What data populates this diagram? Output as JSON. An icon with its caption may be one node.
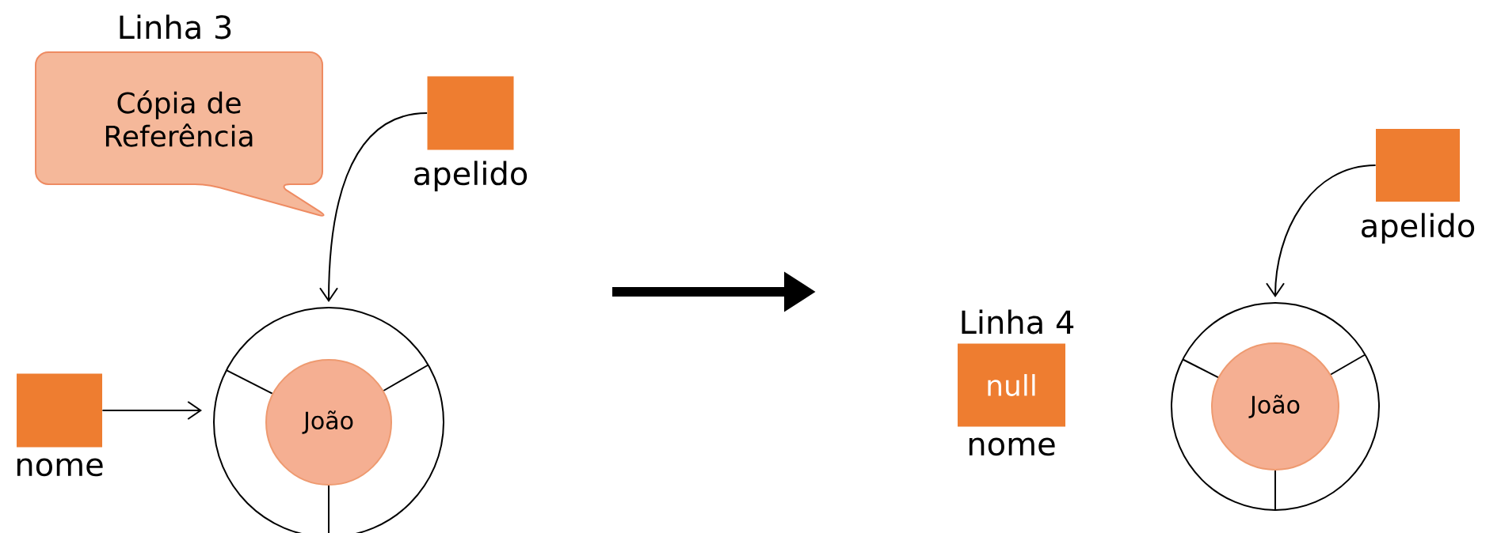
{
  "diagram": {
    "nodes": [
      {
        "text": [
          "Cópia de Referência"
        ]
      },
      {
        "text": [],
        "shape": "box",
        "beside": [
          "apelido"
        ]
      },
      {
        "text": [],
        "shape": "box",
        "beside": [
          "nome"
        ]
      },
      {
        "text": [],
        "shape": "circle"
      },
      {
        "text": [
          "João"
        ],
        "in": 3
      },
      {
        "text": [
          "null"
        ],
        "beside": [
          "nome"
        ]
      },
      {
        "text": [],
        "shape": "box",
        "beside": [
          "apelido"
        ]
      },
      {
        "text": [],
        "shape": "circle"
      },
      {
        "text": [
          "João"
        ],
        "in": 7
      }
    ],
    "edges": [
      {
        "from": 1,
        "to": 3,
        "arrow": "to"
      },
      {
        "from": 2,
        "to": 3,
        "arrow": "to"
      },
      {
        "from": 6,
        "to": 7,
        "arrow": "to"
      }
    ],
    "labels": [
      "Linha 3",
      "Linha 4"
    ]
  }
}
